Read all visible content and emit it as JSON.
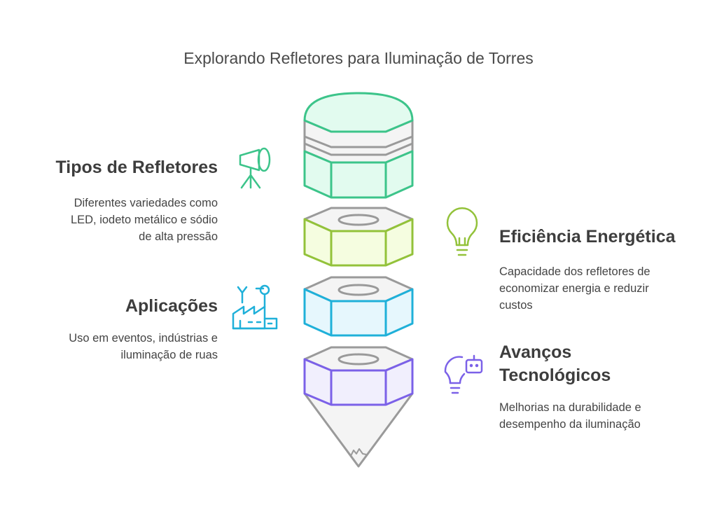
{
  "title": "Explorando Refletores para Iluminação de Torres",
  "sections": [
    {
      "heading": "Tipos de Refletores",
      "body": [
        "Diferentes variedades como",
        "LED, iodeto metálico e sódio",
        "de alta pressão"
      ],
      "icon": "spotlight-icon",
      "color": "#3cc48a"
    },
    {
      "heading": "Eficiência Energética",
      "body": [
        "Capacidade dos refletores de",
        "economizar energia e reduzir",
        "custos"
      ],
      "icon": "lightbulb-icon",
      "color": "#93c23a"
    },
    {
      "heading": "Aplicações",
      "body": [
        "Uso em eventos, indústrias e",
        "iluminação de ruas"
      ],
      "icon": "factory-icon",
      "color": "#1fb0d9"
    },
    {
      "heading_lines": [
        "Avanços",
        "Tecnológicos"
      ],
      "body": [
        "Melhorias na durabilidade e",
        "desempenho da iluminação"
      ],
      "icon": "robot-bulb-icon",
      "color": "#7b61e8"
    }
  ]
}
